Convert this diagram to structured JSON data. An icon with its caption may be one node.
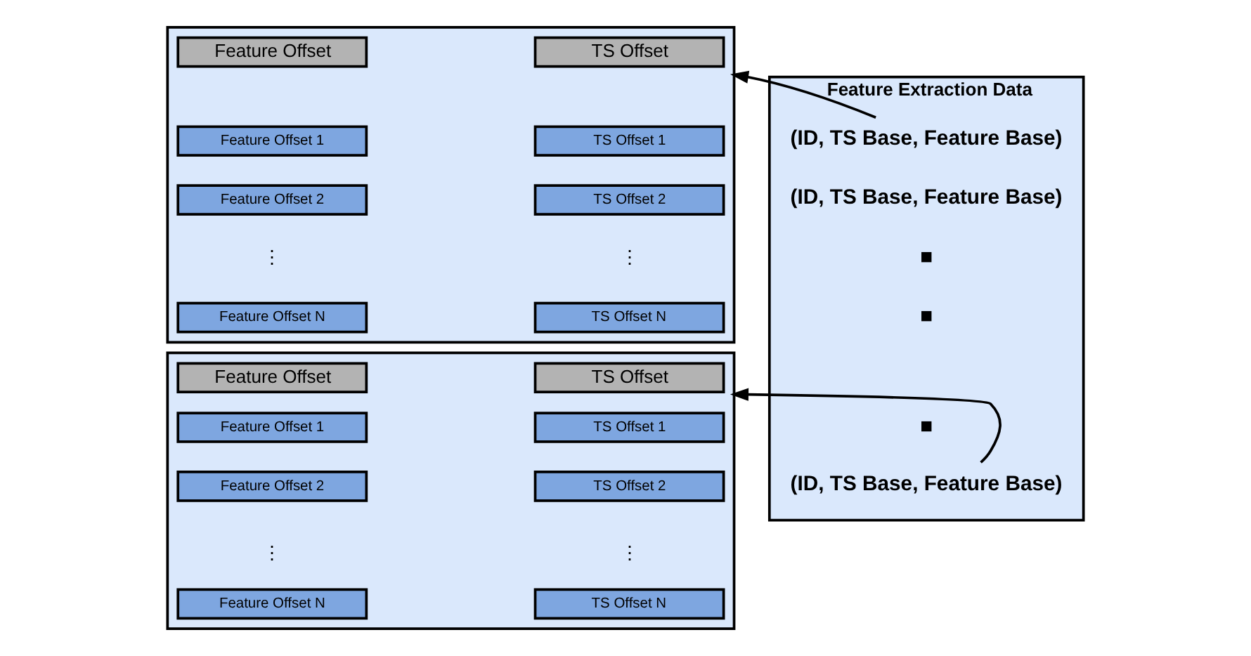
{
  "diagram": {
    "nodes": [
      {
        "text": [
          "Feature Extraction Data"
        ]
      },
      {
        "text": [
          "(ID, TS Base, Feature Base)"
        ],
        "in": 0
      },
      {
        "text": [
          "(ID, TS Base, Feature Base)"
        ],
        "in": 0
      },
      {
        "text": [
          "(ID, TS Base, Feature Base)"
        ],
        "in": 0
      },
      {
        "text": [],
        "shape": "box"
      },
      {
        "text": [
          "Feature Offset"
        ],
        "in": 4
      },
      {
        "text": [
          "TS Offset"
        ],
        "in": 4
      },
      {
        "text": [
          "Feature Offset 1"
        ],
        "in": 4
      },
      {
        "text": [
          "TS Offset 1"
        ],
        "in": 4
      },
      {
        "text": [
          "Feature Offset 2"
        ],
        "in": 4
      },
      {
        "text": [
          "TS Offset 2"
        ],
        "in": 4
      },
      {
        "text": [
          "Feature Offset N"
        ],
        "in": 4
      },
      {
        "text": [
          "TS Offset N"
        ],
        "in": 4
      },
      {
        "text": [],
        "shape": "box"
      },
      {
        "text": [
          "Feature Offset"
        ],
        "in": 13
      },
      {
        "text": [
          "TS Offset"
        ],
        "in": 13
      },
      {
        "text": [
          "Feature Offset 1"
        ],
        "in": 13
      },
      {
        "text": [
          "TS Offset 1"
        ],
        "in": 13
      },
      {
        "text": [
          "Feature Offset 2"
        ],
        "in": 13
      },
      {
        "text": [
          "TS Offset 2"
        ],
        "in": 13
      },
      {
        "text": [
          "Feature Offset N"
        ],
        "in": 13
      },
      {
        "text": [
          "TS Offset N"
        ],
        "in": 13
      }
    ],
    "edges": [
      {
        "from": 1,
        "to": 4,
        "arrow": "to"
      },
      {
        "from": 3,
        "to": 13,
        "arrow": "to"
      }
    ],
    "labels": [
      "■",
      "■",
      "■",
      "⋮",
      "⋮",
      "⋮",
      "⋮"
    ]
  }
}
